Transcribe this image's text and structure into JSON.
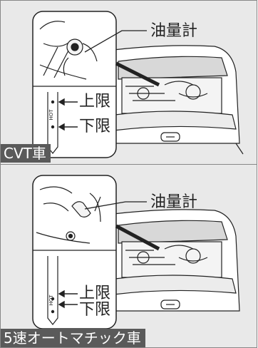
{
  "panels": [
    {
      "label": "CVT車",
      "dipstick_callout": "油量計",
      "upper_mark": "上限",
      "lower_mark": "下限",
      "stick_text": "HOT"
    },
    {
      "label": "5速オートマチック車",
      "dipstick_callout": "油量計",
      "upper_mark": "上限",
      "lower_mark": "下限",
      "stick_text": "HOT"
    }
  ],
  "colors": {
    "panel_bg": "#e9e9e9",
    "label_bg": "#5a5a5a",
    "line": "#222222"
  }
}
